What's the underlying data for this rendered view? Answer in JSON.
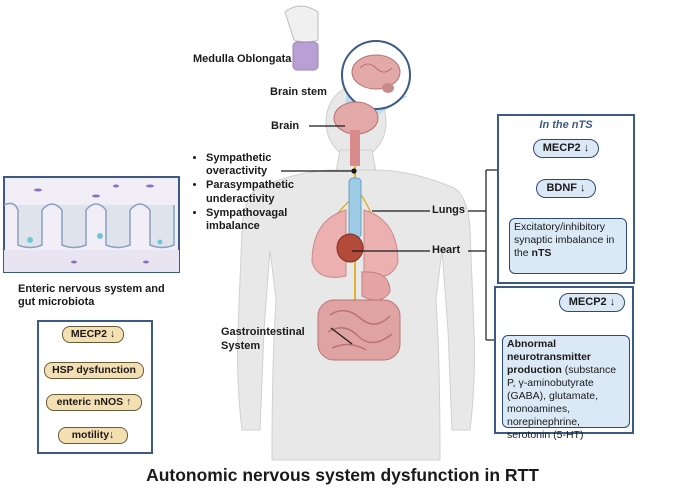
{
  "labels": {
    "medulla": "Medulla Oblongata",
    "brain_stem": "Brain stem",
    "brain": "Brain",
    "lungs": "Lungs",
    "heart": "Heart",
    "gi": "Gastrointestinal System",
    "enteric": "Enteric nervous system and gut microbiota"
  },
  "symptoms": [
    "Sympathetic overactivity",
    "Parasympathetic underactivity",
    "Sympathovagal imbalance"
  ],
  "nts_panel": {
    "title": "In the nTS",
    "mecp2": "MECP2 ↓",
    "bdnf": "BDNF ↓",
    "imbalance_text": "Excitatory/inhibitory synaptic imbalance in the",
    "imbalance_bold": "nTS"
  },
  "nt_panel": {
    "mecp2": "MECP2 ↓",
    "abnormal_bold": "Abnormal neurotransmitter production",
    "abnormal_text": "(substance P, γ-aminobutyrate (GABA), glutamate, monoamines, norepinephrine, serotonin (5-HT)"
  },
  "gut_panel": {
    "steps": [
      "MECP2 ↓",
      "HSP dysfunction",
      "enteric nNOS ↑",
      "motility↓"
    ]
  },
  "title": "Autonomic nervous system dysfunction in RTT",
  "colors": {
    "panel_border": "#3c5a86",
    "pill_fill": "#dbe8f5",
    "tan_fill": "#f4dfb2",
    "body_fill": "#e6e6e6",
    "organ_pink": "#d98a8a"
  }
}
